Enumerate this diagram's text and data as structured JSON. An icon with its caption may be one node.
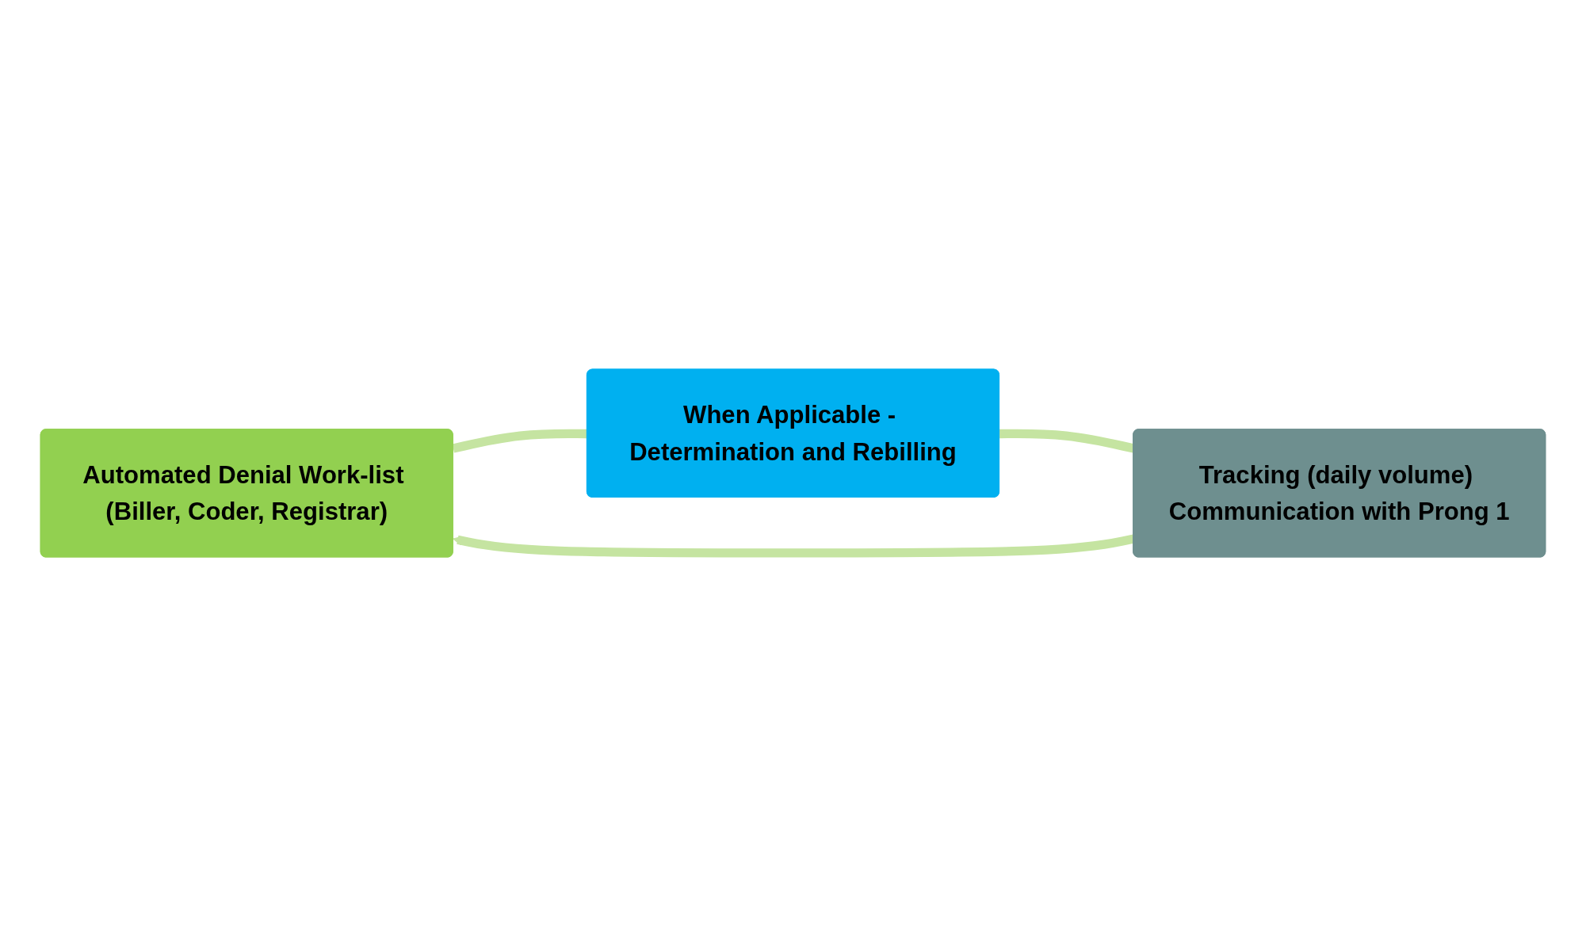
{
  "diagram": {
    "nodes": [
      {
        "text": [
          "Automated Denial Work-list (Biller, Coder, Registrar)"
        ]
      },
      {
        "text": [
          "When Applicable - Determination and Rebilling"
        ]
      },
      {
        "text": [
          "Tracking (daily volume) Communication with Prong 1"
        ]
      }
    ],
    "edges": [
      {
        "from": 0,
        "to": 1,
        "arrow": "none",
        "color": "#c5e4a1"
      },
      {
        "from": 1,
        "to": 2,
        "arrow": "none",
        "color": "#c5e4a1"
      },
      {
        "from": 2,
        "to": 0,
        "arrow": "to",
        "color": "#c5e4a1"
      }
    ]
  }
}
